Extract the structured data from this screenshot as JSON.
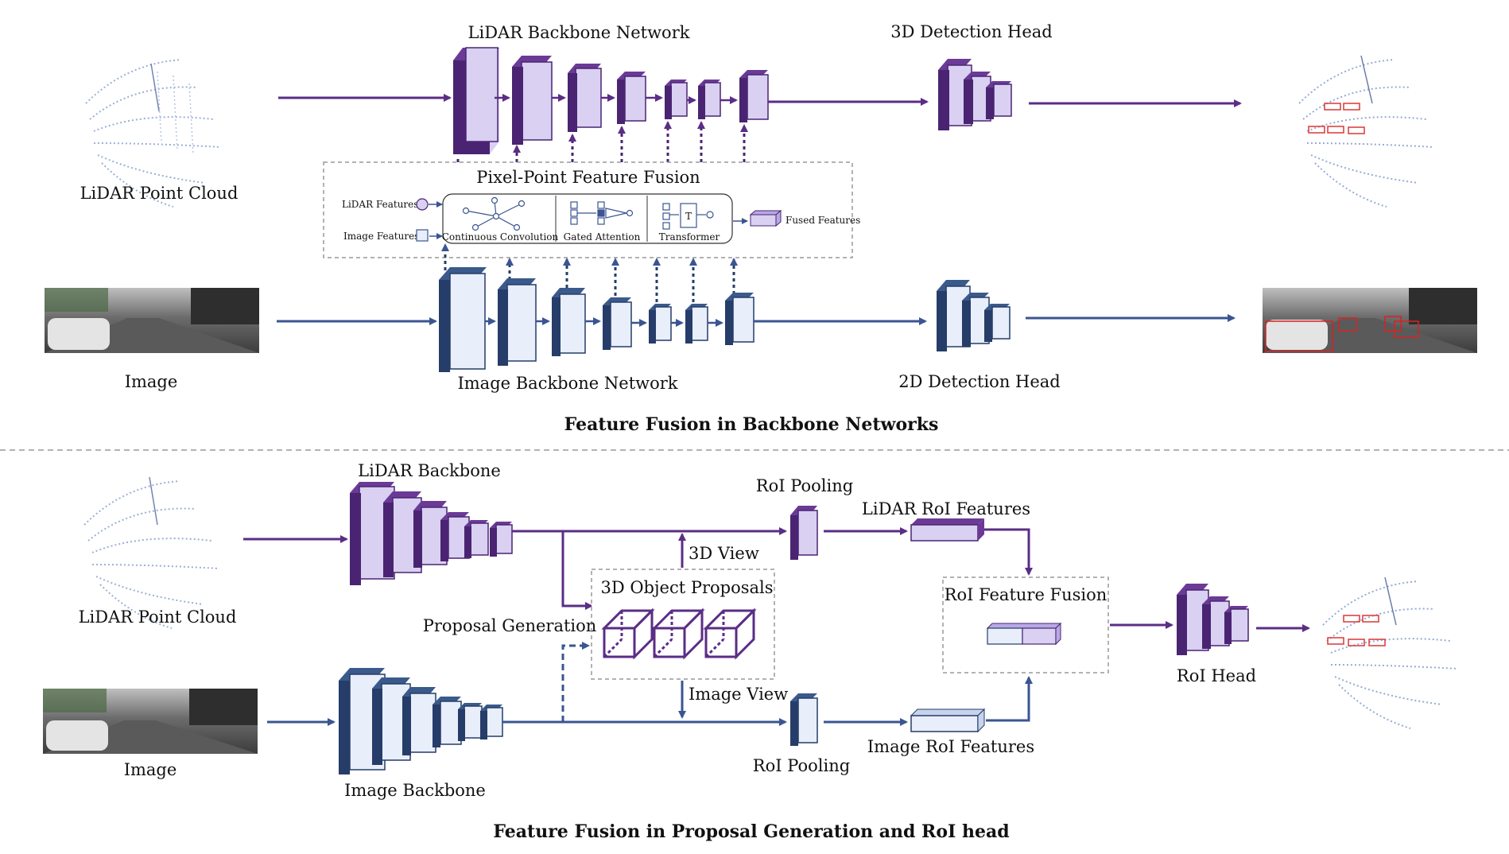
{
  "colors": {
    "lidar_dark": "#4a2472",
    "lidar_mid": "#6b3a97",
    "lidar_face": "#d9d0f2",
    "image_dark": "#253d68",
    "image_mid": "#3a5a8c",
    "image_face": "#e8eefa",
    "arrow_purple": "#5b2d86",
    "arrow_blue": "#3a5591",
    "box_red": "#d82222",
    "dashed": "#999999"
  },
  "top": {
    "lidar_backbone_label": "LiDAR Backbone Network",
    "detection_3d_label": "3D Detection Head",
    "lidar_point_cloud_label": "LiDAR Point Cloud",
    "fusion_title": "Pixel-Point Feature Fusion",
    "fusion_lidar_features": "LiDAR Features",
    "fusion_image_features": "Image Features",
    "fusion_fused_features": "Fused Features",
    "fusion_modules": [
      "Continuous Convolution",
      "Gated Attention",
      "Transformer"
    ],
    "transformer_glyph": "T",
    "image_label": "Image",
    "image_backbone_label": "Image Backbone Network",
    "detection_2d_label": "2D Detection Head",
    "section_title": "Feature Fusion in Backbone Networks"
  },
  "bottom": {
    "lidar_backbone_label": "LiDAR Backbone",
    "lidar_point_cloud_label": "LiDAR Point Cloud",
    "roi_pooling_top_label": "RoI Pooling",
    "lidar_roi_features_label": "LiDAR RoI Features",
    "view_3d_label": "3D View",
    "proposals_label": "3D Object Proposals",
    "proposal_generation_label": "Proposal Generation",
    "roi_feature_fusion_label": "RoI Feature Fusion",
    "roi_head_label": "RoI Head",
    "image_view_label": "Image View",
    "image_label": "Image",
    "roi_pooling_bottom_label": "RoI Pooling",
    "image_roi_features_label": "Image RoI Features",
    "image_backbone_label": "Image Backbone",
    "section_title": "Feature Fusion in Proposal Generation and RoI head"
  }
}
